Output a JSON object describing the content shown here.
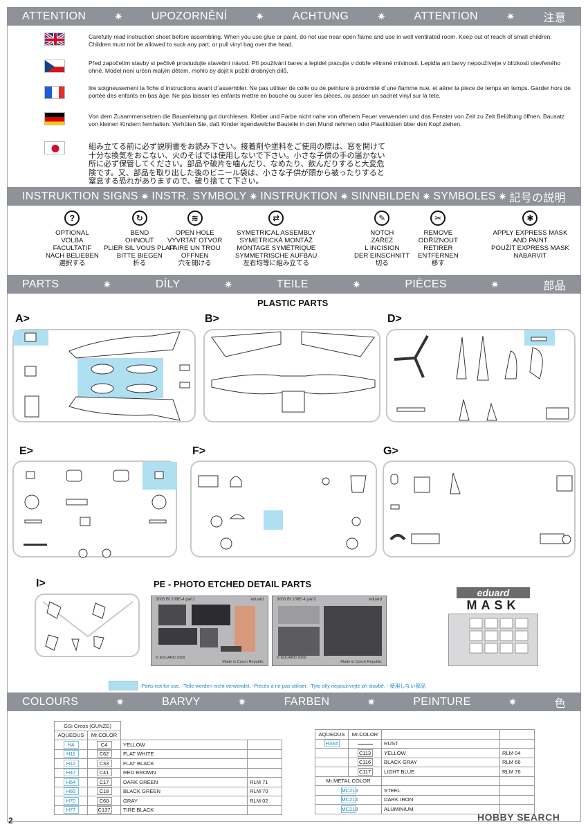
{
  "attention_band": {
    "items": [
      "ATTENTION",
      "UPOZORNĚNÍ",
      "ACHTUNG",
      "ATTENTION",
      "注意"
    ]
  },
  "warnings": [
    {
      "lang": "en",
      "text": "Carefully read instruction sheet before assembling. When you use glue or paint, do not use near open flame and use in well ventilated room. Keep out of reach of small children. Children must not be allowed to suck any part, or pull vinyl bag over the head."
    },
    {
      "lang": "cz",
      "text": "Před započetím stavby si pečlivě prostudujte stavební návod. Při používání barev a lepidel pracujte v dobře větrané místnosti. Lepidla ani barvy nepoužívejte v blízkosti otevřeného ohně. Model není určen malým dětem, mohlo by dojít k požití drobných dílů."
    },
    {
      "lang": "fr",
      "text": "lire soigneusement la fiche d´instructions avant d´assembler. Ne pas utiliser de colle ou de peinture à proximité d´une flamme nue, et aérer la piece de temps en temps. Garder hors de portée des enfants en bas âge. Ne pas laisser les enfants mettre en bouche ou sucer les pièces, ou passer un sachet vinyl sur la tete."
    },
    {
      "lang": "de",
      "text": "Von dem Zusammensetzen die Bauanleitung gut durchlesen. Kleber und Farbe nicht nahe von offenem Feuer verwenden und das Fenster von Zeit zu Zeit Belüftung öffnen. Bausatz von kleinen Kindern fernhalten. Verhüten Sie, daß Kinder irgendwelche Bauteile in den Mund nehmen oder Plastiktüten über den Kopf ziehen."
    },
    {
      "lang": "jp",
      "text": "組み立てる前に必ず説明書をお読み下さい。接着剤や塗料をご使用の際は、窓を開けて十分な換気をおこない、火のそばでは使用しないで下さい。小さな子供の手の届かない所に必ず保管してください。部品や破片を噛んだり、なめたり、飲んだりすると大変危険です。又、部品を取り出した後のビニール袋は、小さな子供が頭から被ったりすると窒息する恐れがありますので、破り捨てて下さい。"
    }
  ],
  "signs_band": {
    "items": [
      "INSTRUKTION SIGNS",
      "INSTR. SYMBOLY",
      "INSTRUKTION",
      "SINNBILDEN",
      "SYMBOLES",
      "記号の説明"
    ]
  },
  "signs": [
    {
      "icon": "question-icon",
      "glyph": "?",
      "lines": [
        "OPTIONAL",
        "VOLBA",
        "FACULTATIF",
        "NACH BELIEBEN",
        "選択する"
      ]
    },
    {
      "icon": "bend-icon",
      "glyph": "↻",
      "lines": [
        "BEND",
        "OHNOUT",
        "PLIER SIL VOUS PLAIT",
        "BITTE BIEGEN",
        "折る"
      ]
    },
    {
      "icon": "open-hole-icon",
      "glyph": "≋",
      "lines": [
        "OPEN HOLE",
        "VYVRTAT OTVOR",
        "FAIRE UN TROU",
        "OFFNEN",
        "穴を開ける"
      ]
    },
    {
      "icon": "symmetrical-assembly-icon",
      "glyph": "⇄",
      "lines": [
        "SYMETRICAL ASSEMBLY",
        "SYMETRICKÁ MONTÁŽ",
        "MONTAGE SYMÉTRIQUE",
        "SYMMETRISCHE AUFBAU",
        "左右均等に組み立てる"
      ]
    },
    {
      "icon": "notch-icon",
      "glyph": "✎",
      "lines": [
        "NOTCH",
        "ZÁŘEZ",
        "L INCISION",
        "DER EINSCHNITT",
        "切る"
      ]
    },
    {
      "icon": "remove-icon",
      "glyph": "✂",
      "lines": [
        "REMOVE",
        "ODŘÍZNOUT",
        "RETIRER",
        "ENTFERNEN",
        "移す"
      ]
    },
    {
      "icon": "express-mask-icon",
      "glyph": "✱",
      "lines": [
        "APPLY EXPRESS MASK",
        "AND PAINT",
        "POUŽÍT EXPRESS MASK",
        "NABARVIT"
      ]
    }
  ],
  "parts_band": {
    "items": [
      "PARTS",
      "DÍLY",
      "TEILE",
      "PIÈCES",
      "部品"
    ]
  },
  "plastic_parts_title": "PLASTIC PARTS",
  "sprues": {
    "a": "A>",
    "b": "B>",
    "d": "D>",
    "e": "E>",
    "f": "F>",
    "g": "G>",
    "i": "I>"
  },
  "pe_title": "PE - PHOTO ETCHED DETAIL PARTS",
  "pe_frets": [
    {
      "label": "3003  Bf 109E-4  part1",
      "brand": "eduard",
      "footer": "© EDUARD 2009",
      "made": "Made in Czech Republic"
    },
    {
      "label": "3003  Bf 109E-4  part2",
      "brand": "eduard",
      "footer": "© EDUARD 2009",
      "made": "Made in Czech Republic"
    }
  ],
  "mask_logo": {
    "brand": "eduard",
    "word": "MASK"
  },
  "not_for_use": "-Parts not for use. -Teile werden nicht verwendet. -Piecès à ne pas utiliser. -Tyto díly nepoužívejte při stavbě. - 使用しない部品",
  "colours_band": {
    "items": [
      "COLOURS",
      "BARVY",
      "FARBEN",
      "PEINTURE",
      "色"
    ]
  },
  "colors_left": {
    "title": "GSi Creos (GUNZE)",
    "head": [
      "AQUEOUS",
      "Mr.COLOR"
    ],
    "rows": [
      {
        "aq": "H4",
        "mr": "C4",
        "name": "YELLOW",
        "rlm": ""
      },
      {
        "aq": "H11",
        "mr": "C62",
        "name": "FLAT WHITE",
        "rlm": ""
      },
      {
        "aq": "H12",
        "mr": "C33",
        "name": "FLAT BLACK",
        "rlm": ""
      },
      {
        "aq": "H47",
        "mr": "C41",
        "name": "RED BROWN",
        "rlm": ""
      },
      {
        "aq": "H64",
        "mr": "C17",
        "name": "DARK GREEN",
        "rlm": "RLM 71"
      },
      {
        "aq": "H65",
        "mr": "C18",
        "name": "BLACK GREEN",
        "rlm": "RLM 70"
      },
      {
        "aq": "H70",
        "mr": "C60",
        "name": "GRAY",
        "rlm": "RLM 02"
      },
      {
        "aq": "H77",
        "mr": "C137",
        "name": "TIRE BLACK",
        "rlm": ""
      }
    ]
  },
  "colors_right": {
    "head": [
      "AQUEOUS",
      "Mr.COLOR"
    ],
    "rows": [
      {
        "aq": "H344",
        "mr": "",
        "name": "RUST",
        "rlm": ""
      },
      {
        "aq": "",
        "mr": "C113",
        "name": "YELLOW",
        "rlm": "RLM 04"
      },
      {
        "aq": "",
        "mr": "C116",
        "name": "BLACK GRAY",
        "rlm": "RLM 66"
      },
      {
        "aq": "",
        "mr": "C117",
        "name": "LIGHT BLUE",
        "rlm": "RLM 76"
      }
    ],
    "metal_title": "Mr.METAL COLOR",
    "metal_rows": [
      {
        "code": "MC213",
        "name": "STEEL"
      },
      {
        "code": "MC214",
        "name": "DARK IRON"
      },
      {
        "code": "MC218",
        "name": "ALUMINIUM"
      }
    ]
  },
  "page_number": "2",
  "watermark": "HOBBY SEARCH"
}
